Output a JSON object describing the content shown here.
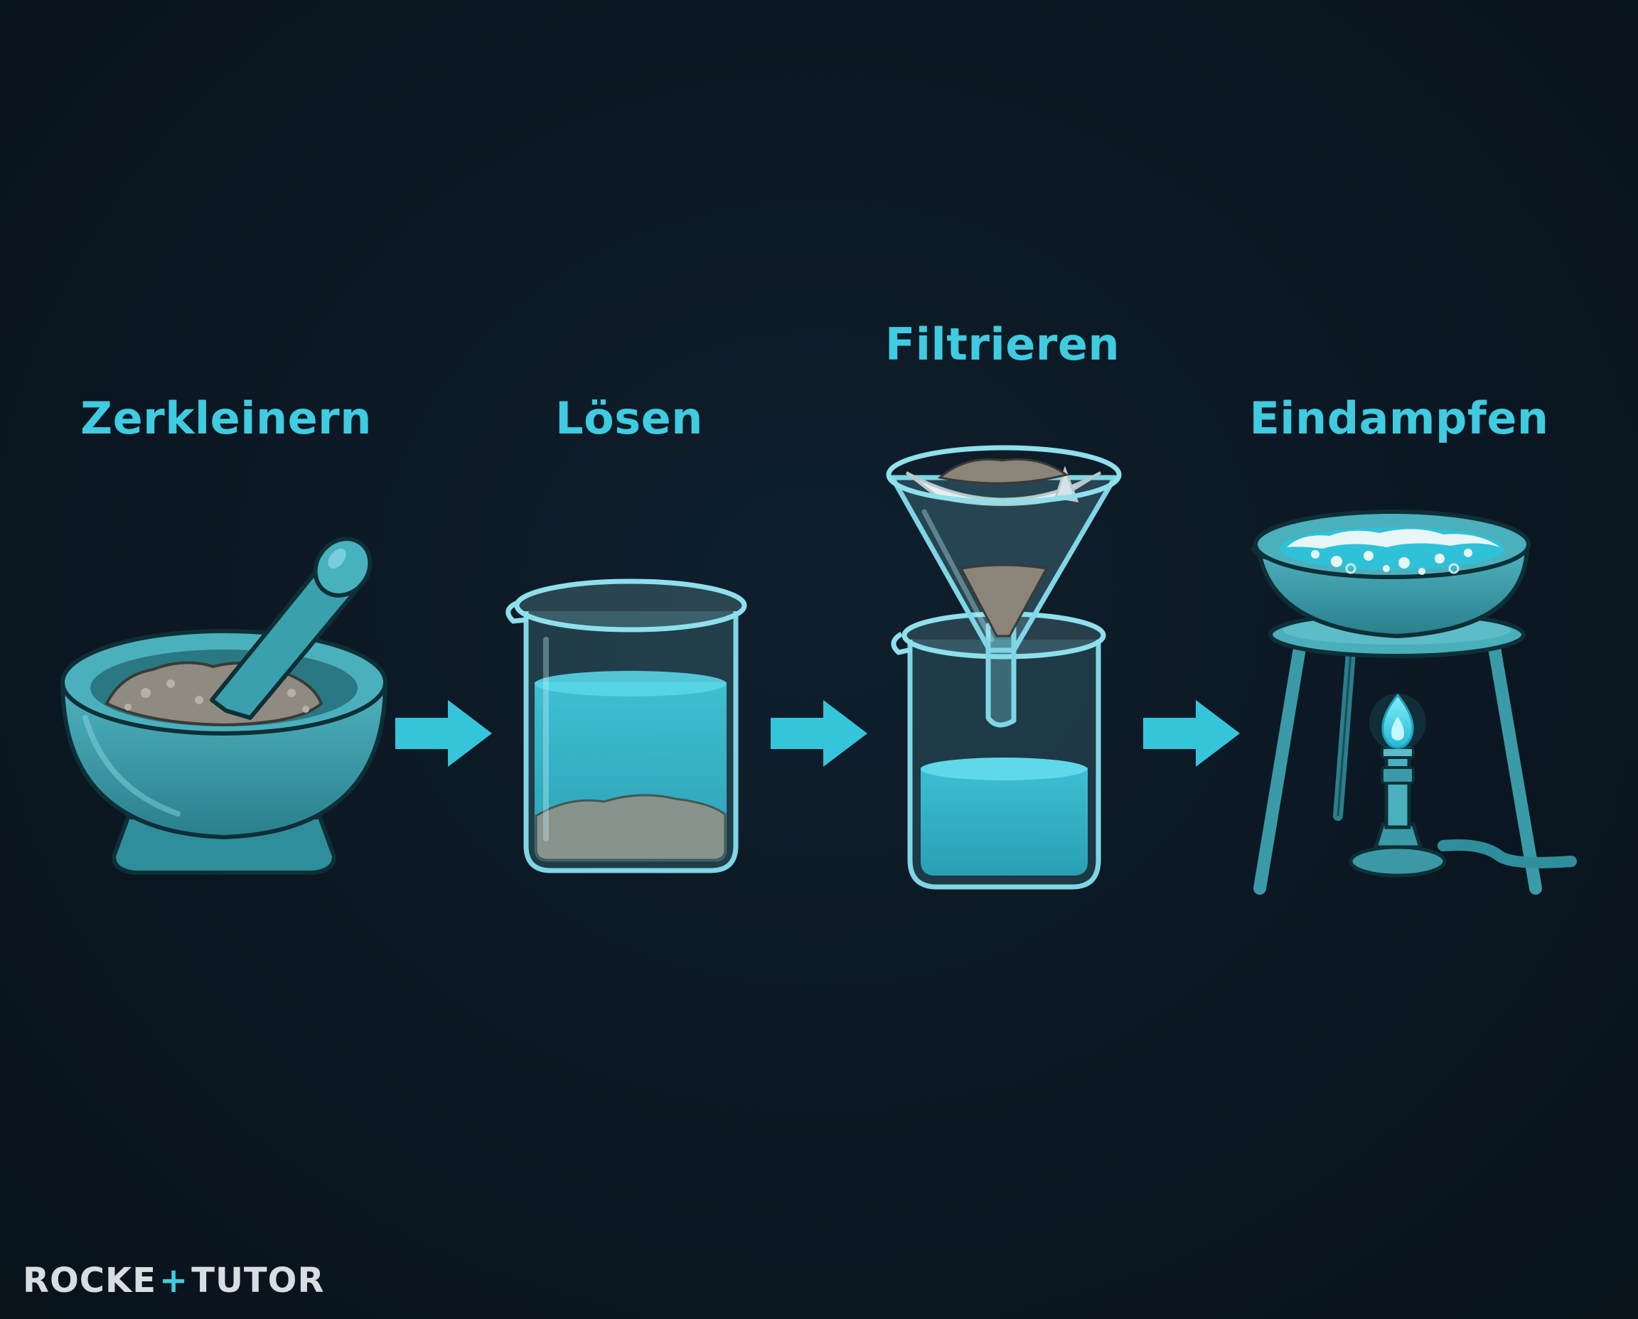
{
  "steps": [
    {
      "label": "Zerkleinern"
    },
    {
      "label": "Lösen"
    },
    {
      "label": "Filtrieren"
    },
    {
      "label": "Eindampfen"
    }
  ],
  "brand": {
    "left": "ROCKE",
    "plus": "+",
    "right": "TUTOR"
  },
  "colors": {
    "accent": "#3fcbe0",
    "background": "#0b1722",
    "vessel": "#3a9aa8",
    "liquid": "#2fc1d8",
    "sediment": "#8a8880"
  },
  "icons": [
    "mortar-pestle-icon",
    "beaker-icon",
    "funnel-filter-icon",
    "bunsen-burner-icon",
    "arrow-right-icon"
  ]
}
